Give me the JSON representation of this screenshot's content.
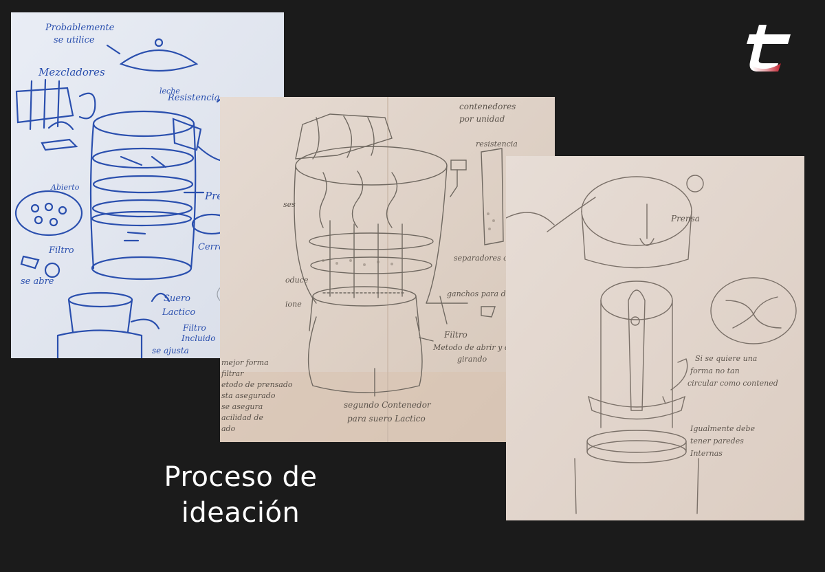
{
  "title": {
    "line1": "Proceso de",
    "line2": "ideación"
  },
  "colors": {
    "background": "#1b1b1b",
    "text": "#ffffff",
    "logo_accent": "#c0202e",
    "ink_blue": "#2a4fae",
    "pencil": "#6f6860"
  },
  "logo": {
    "icon": "t-logo-icon"
  },
  "sketch1": {
    "notes": {
      "n1": "Probablemente",
      "n2": "se utilice",
      "n3": "Mezcladores",
      "n4": "leche",
      "n5": "Resistencia",
      "n6": "Abierto",
      "n7": "Prensador",
      "n8": "Filtro",
      "n9": "Cerrado",
      "n10": "se abre",
      "n11": "Suero",
      "n12": "Lactico",
      "n13": "Filtro",
      "n14": "Incluido",
      "n15": "se ajusta"
    }
  },
  "sketch2": {
    "notes": {
      "n1": "contenedores",
      "n2": "por unidad",
      "n3": "resistencia",
      "n4": "separadores o Columnas",
      "n5": "ganchos para desm",
      "n6": "Filtro",
      "n7": "Metodo de abrir y cerrar",
      "n8": "girando",
      "n9": "segundo Contenedor",
      "n10": "para suero Lactico",
      "n11": "mejor forma",
      "n12": "filtrar",
      "n13": "etodo de prensado",
      "n14": "sta asegurado",
      "n15": "se asegura",
      "n16": "acilidad de",
      "n17": "ado",
      "n18": "oduce",
      "n19": "ione",
      "n20": "ses"
    }
  },
  "sketch3": {
    "notes": {
      "n1": "Prensa",
      "n2": "Si se quiere una",
      "n3": "forma no tan",
      "n4": "circular como contened",
      "n5": "Igualmente debe",
      "n6": "tener paredes",
      "n7": "Internas"
    }
  }
}
